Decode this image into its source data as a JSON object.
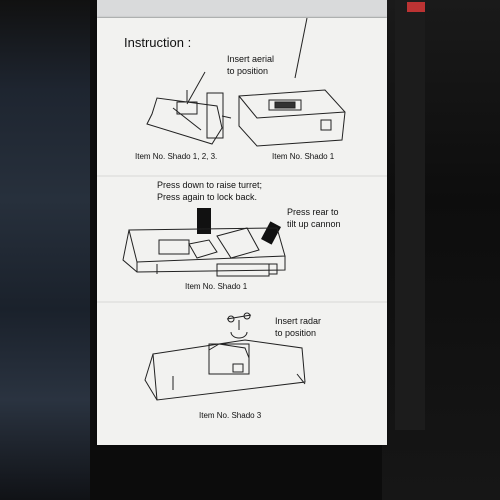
{
  "instructions": {
    "title": "Instruction :",
    "panel1": {
      "note_line1": "Insert aerial",
      "note_line2": "to position",
      "caption_left": "Item No. Shado 1, 2, 3.",
      "caption_right": "Item No. Shado 1"
    },
    "panel2": {
      "note1_line1": "Press down to raise turret;",
      "note1_line2": "Press again to lock back.",
      "note2_line1": "Press rear to",
      "note2_line2": "tilt up cannon",
      "caption": "Item No. Shado 1"
    },
    "panel3": {
      "note_line1": "Insert radar",
      "note_line2": "to position",
      "caption": "Item No. Shado 3"
    }
  }
}
